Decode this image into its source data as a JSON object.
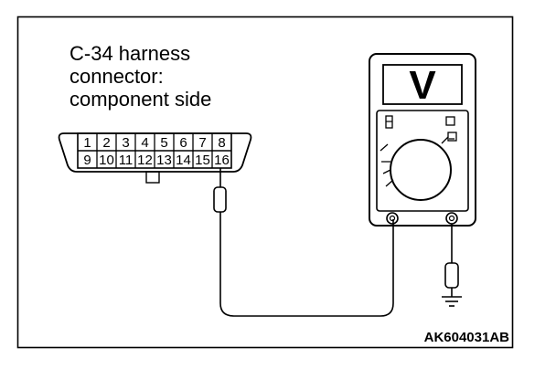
{
  "connector": {
    "caption_lines": [
      "C-34 harness",
      "connector:",
      "component side"
    ],
    "top_pins": [
      "1",
      "2",
      "3",
      "4",
      "5",
      "6",
      "7",
      "8"
    ],
    "bottom_pins": [
      "9",
      "10",
      "11",
      "12",
      "13",
      "14",
      "15",
      "16"
    ]
  },
  "meter": {
    "display_symbol": "V"
  },
  "figure_code": "AK604031AB",
  "colors": {
    "line": "#000000",
    "background": "#ffffff"
  }
}
